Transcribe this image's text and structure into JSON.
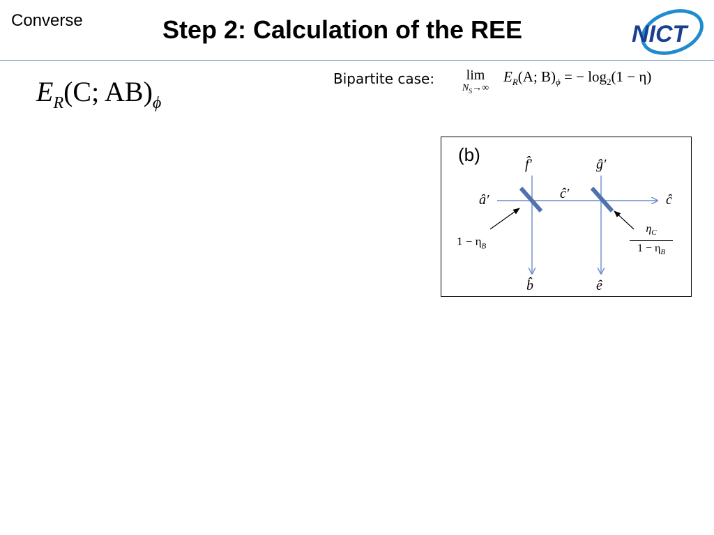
{
  "header": {
    "section": "Converse",
    "title": "Step 2: Calculation of the REE",
    "logo_text": "NICT"
  },
  "formula": {
    "symbol": "E",
    "sub": "R",
    "args": "(C; AB)",
    "state": "ϕ"
  },
  "bipartite": {
    "label": "Bipartite case:",
    "lim": "lim",
    "lim_sub": "N",
    "lim_sub2": "S",
    "lim_sub3": "→∞",
    "expr_symbol": "E",
    "expr_sub": "R",
    "expr_args": "(A; B)",
    "expr_state": "ϕ",
    "expr_rhs": " = − log",
    "expr_base": "2",
    "expr_tail": "(1 − η)"
  },
  "diagram": {
    "panel": "(b)",
    "labels": {
      "a_prime": "â′",
      "c_prime": "ĉ′",
      "c": "ĉ",
      "f_prime": "f̂′",
      "g_prime": "ĝ′",
      "b": "b̂",
      "e": "ê",
      "transmissivity_1": "1 − η",
      "transmissivity_1_sub": "B",
      "frac_num": "η",
      "frac_num_sub": "C",
      "frac_den": "1 − η",
      "frac_den_sub": "B"
    },
    "colors": {
      "beam": "#6a8cc7",
      "splitter": "#4f72ad"
    }
  }
}
